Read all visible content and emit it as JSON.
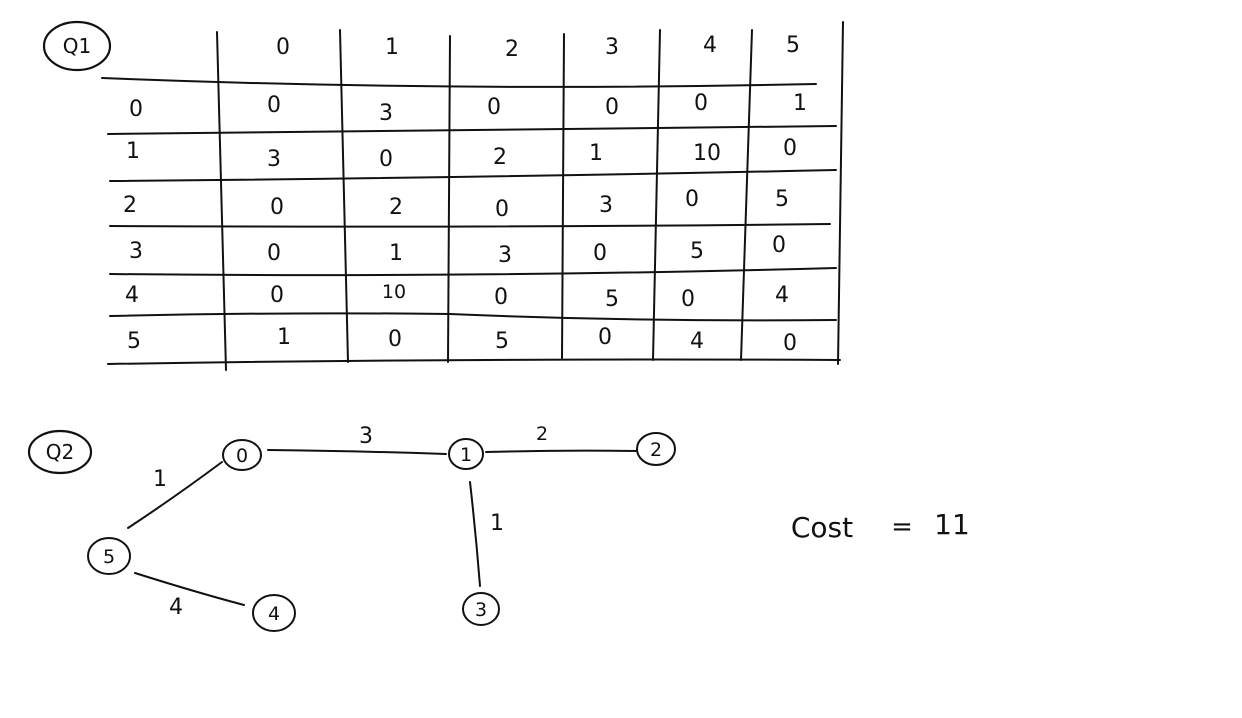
{
  "q1": {
    "label": "Q1",
    "column_headers": [
      "0",
      "1",
      "2",
      "3",
      "4",
      "5"
    ],
    "rows": [
      {
        "header": "0",
        "cells": [
          "0",
          "3",
          "0",
          "0",
          "0",
          "1"
        ]
      },
      {
        "header": "1",
        "cells": [
          "3",
          "0",
          "2",
          "1",
          "10",
          "0"
        ]
      },
      {
        "header": "2",
        "cells": [
          "0",
          "2",
          "0",
          "3",
          "0",
          "5"
        ]
      },
      {
        "header": "3",
        "cells": [
          "0",
          "1",
          "3",
          "0",
          "5",
          "0"
        ]
      },
      {
        "header": "4",
        "cells": [
          "0",
          "10",
          "0",
          "5",
          "0",
          "4"
        ]
      },
      {
        "header": "5",
        "cells": [
          "1",
          "0",
          "5",
          "0",
          "4",
          "0"
        ]
      }
    ]
  },
  "q2": {
    "label": "Q2",
    "nodes": [
      {
        "id": "n0",
        "label": "0"
      },
      {
        "id": "n1",
        "label": "1"
      },
      {
        "id": "n2",
        "label": "2"
      },
      {
        "id": "n3",
        "label": "3"
      },
      {
        "id": "n4",
        "label": "4"
      },
      {
        "id": "n5",
        "label": "5"
      }
    ],
    "edges": [
      {
        "id": "e01",
        "from": "0",
        "to": "1",
        "weight": "3"
      },
      {
        "id": "e12",
        "from": "1",
        "to": "2",
        "weight": "2"
      },
      {
        "id": "e13",
        "from": "1",
        "to": "3",
        "weight": "1"
      },
      {
        "id": "e05",
        "from": "0",
        "to": "5",
        "weight": "1"
      },
      {
        "id": "e54",
        "from": "5",
        "to": "4",
        "weight": "4"
      }
    ],
    "cost_label": "Cost",
    "cost_equals": "=",
    "cost_value": "11"
  }
}
